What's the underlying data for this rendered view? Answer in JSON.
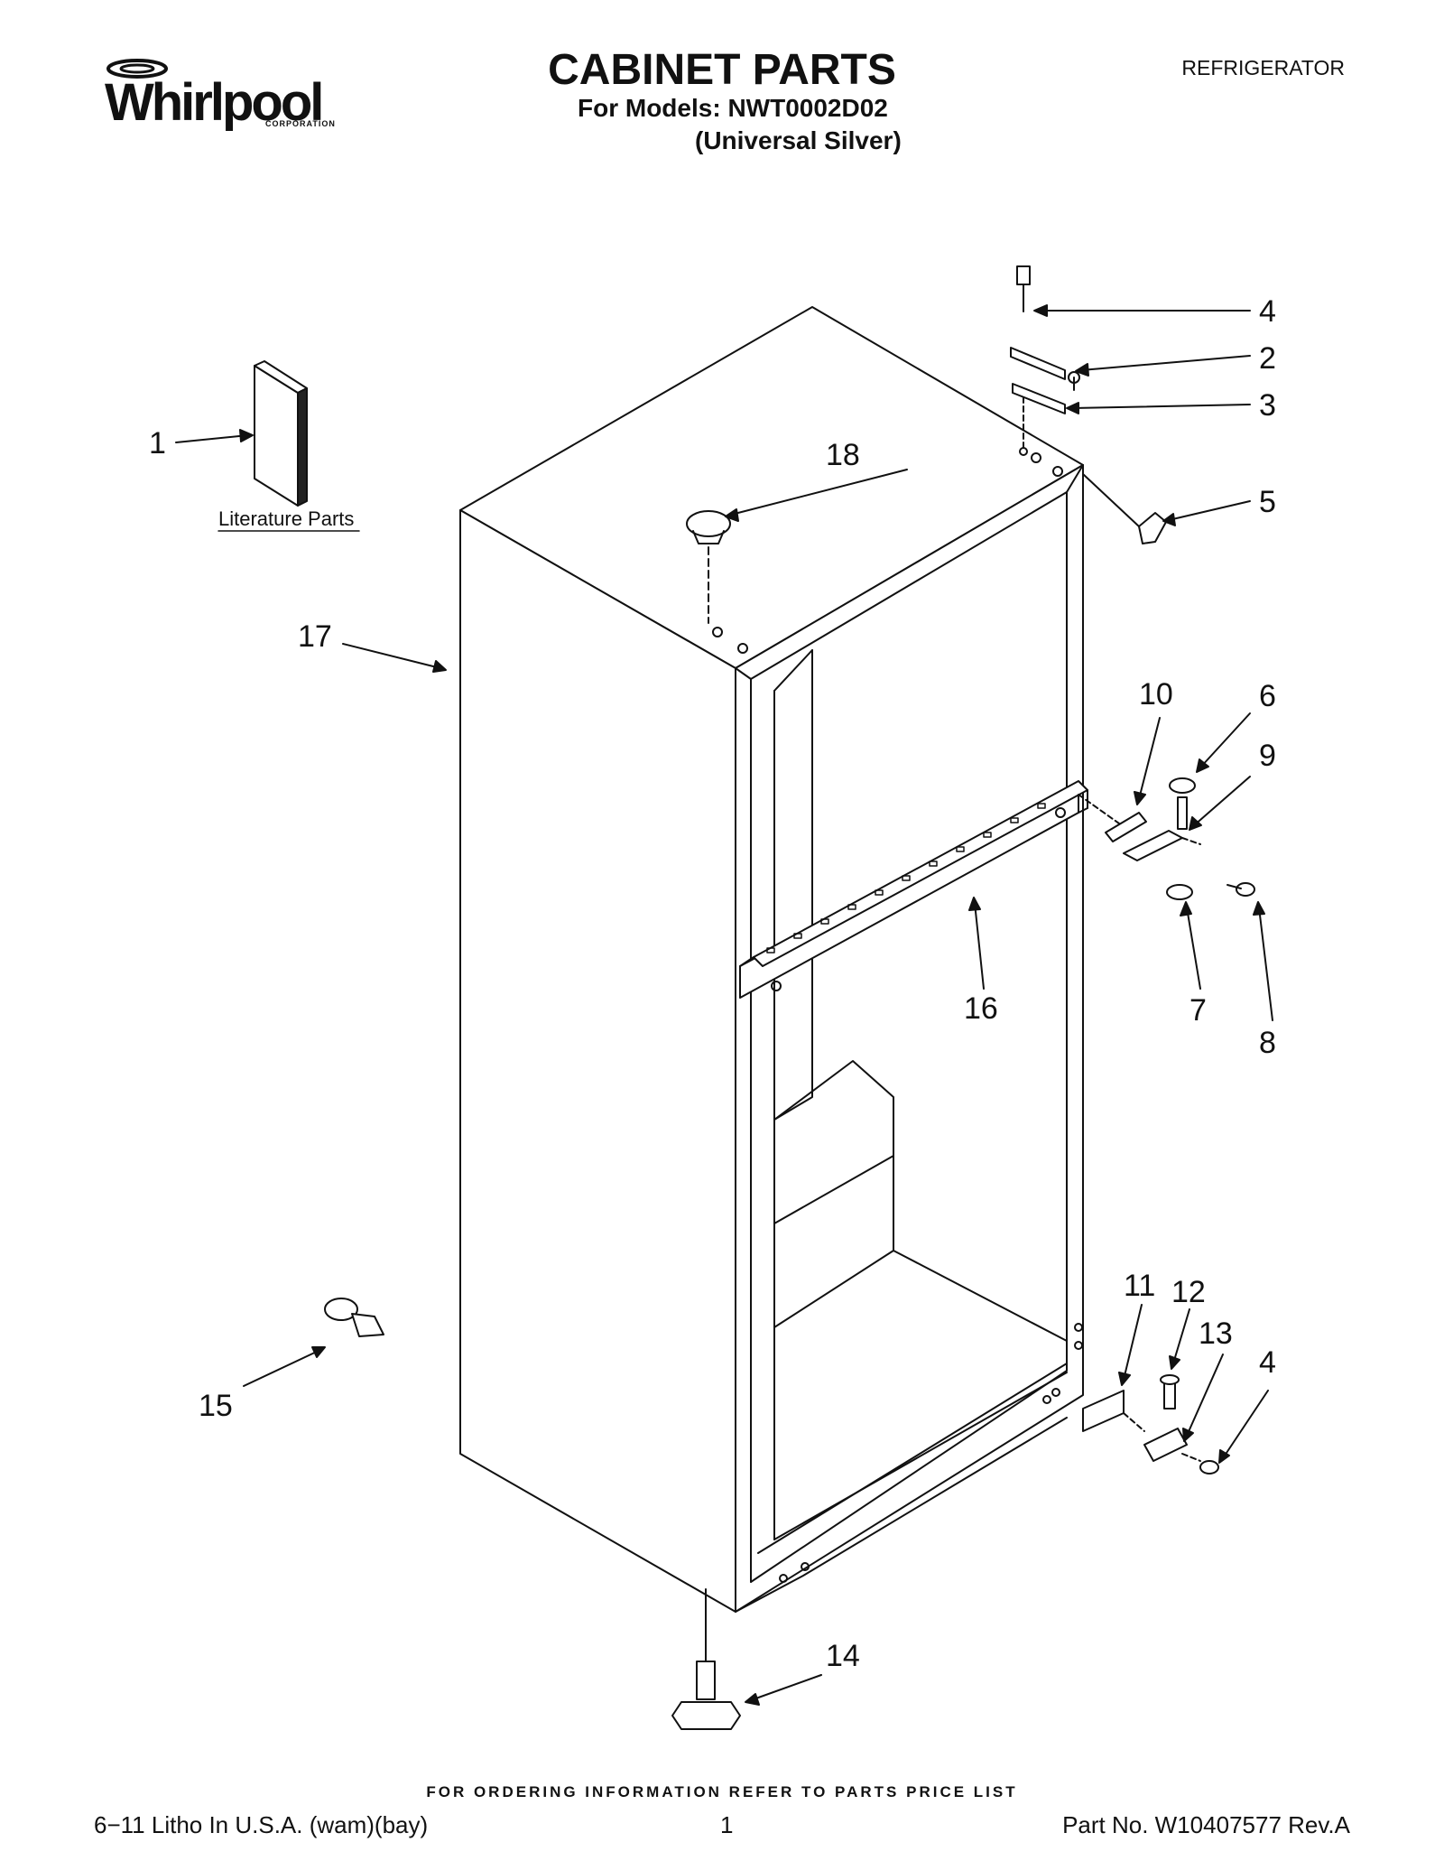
{
  "header": {
    "brand": "Whirlpool",
    "brand_sub": "CORPORATION",
    "title": "CABINET PARTS",
    "subtitle_models": "For Models: NWT0002D02",
    "subtitle_color": "(Universal Silver)",
    "category": "REFRIGERATOR"
  },
  "diagram": {
    "literature_label": "Literature Parts",
    "callouts": [
      "1",
      "2",
      "3",
      "4",
      "4",
      "5",
      "6",
      "7",
      "8",
      "9",
      "10",
      "11",
      "12",
      "13",
      "14",
      "15",
      "16",
      "17",
      "18"
    ]
  },
  "footer": {
    "note": "FOR ORDERING INFORMATION REFER TO PARTS PRICE LIST",
    "litho": "6−11 Litho In U.S.A. (wam)(bay)",
    "page": "1",
    "part_no": "Part No. W10407577 Rev.A"
  }
}
